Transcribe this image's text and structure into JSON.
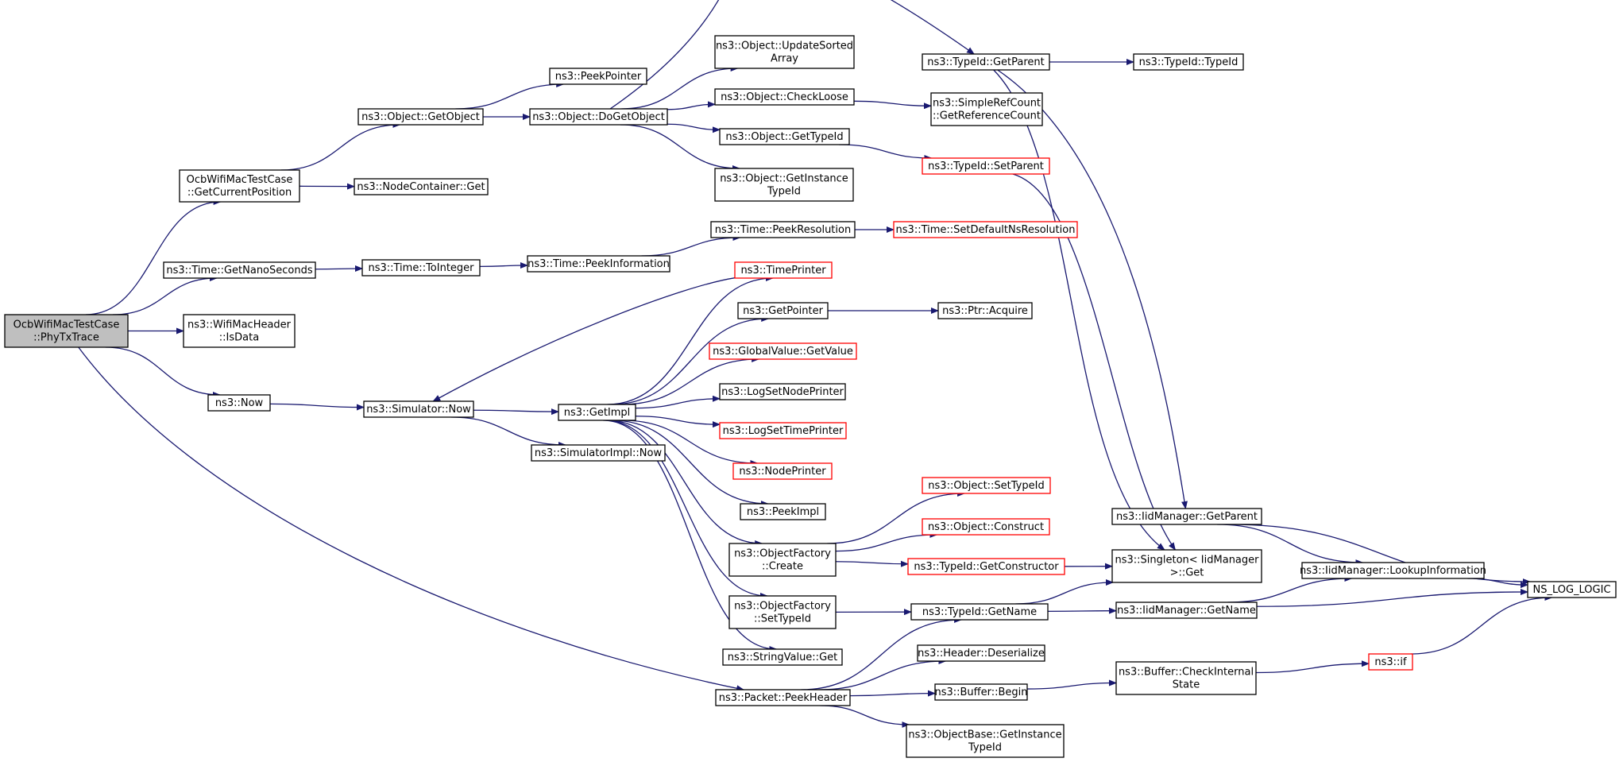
{
  "colors": {
    "edge": "#191970",
    "root_fill": "#bfbfbf",
    "node_fill": "#ffffff",
    "node_border": "#000000",
    "truncated_border": "#ff0000"
  },
  "nodes": [
    {
      "id": "root",
      "lines": [
        "OcbWifiMacTestCase",
        "::PhyTxTrace"
      ],
      "kind": "root"
    },
    {
      "id": "getcurpos",
      "lines": [
        "OcbWifiMacTestCase",
        "::GetCurrentPosition"
      ],
      "kind": "normal"
    },
    {
      "id": "getnano",
      "lines": [
        "ns3::Time::GetNanoSeconds"
      ],
      "kind": "normal"
    },
    {
      "id": "isdata",
      "lines": [
        "ns3::WifiMacHeader",
        "::IsData"
      ],
      "kind": "normal"
    },
    {
      "id": "now",
      "lines": [
        "ns3::Now"
      ],
      "kind": "normal"
    },
    {
      "id": "getobject",
      "lines": [
        "ns3::Object::GetObject"
      ],
      "kind": "normal"
    },
    {
      "id": "nodecont",
      "lines": [
        "ns3::NodeContainer::Get"
      ],
      "kind": "normal"
    },
    {
      "id": "tointeger",
      "lines": [
        "ns3::Time::ToInteger"
      ],
      "kind": "normal"
    },
    {
      "id": "simnow",
      "lines": [
        "ns3::Simulator::Now"
      ],
      "kind": "normal"
    },
    {
      "id": "peekptr",
      "lines": [
        "ns3::PeekPointer"
      ],
      "kind": "normal"
    },
    {
      "id": "dogetobj",
      "lines": [
        "ns3::Object::DoGetObject"
      ],
      "kind": "normal"
    },
    {
      "id": "peekinfo",
      "lines": [
        "ns3::Time::PeekInformation"
      ],
      "kind": "normal"
    },
    {
      "id": "getimpl",
      "lines": [
        "ns3::GetImpl"
      ],
      "kind": "normal"
    },
    {
      "id": "simimplnow",
      "lines": [
        "ns3::SimulatorImpl::Now"
      ],
      "kind": "normal"
    },
    {
      "id": "updsorted",
      "lines": [
        "ns3::Object::UpdateSorted",
        "Array"
      ],
      "kind": "normal"
    },
    {
      "id": "checkloose",
      "lines": [
        "ns3::Object::CheckLoose"
      ],
      "kind": "normal"
    },
    {
      "id": "gettypeid",
      "lines": [
        "ns3::Object::GetTypeId"
      ],
      "kind": "normal"
    },
    {
      "id": "getinsttid",
      "lines": [
        "ns3::Object::GetInstance",
        "TypeId"
      ],
      "kind": "normal"
    },
    {
      "id": "peekres",
      "lines": [
        "ns3::Time::PeekResolution"
      ],
      "kind": "normal"
    },
    {
      "id": "timeprinter",
      "lines": [
        "ns3::TimePrinter"
      ],
      "kind": "truncated"
    },
    {
      "id": "getpointer",
      "lines": [
        "ns3::GetPointer"
      ],
      "kind": "normal"
    },
    {
      "id": "gvgetvalue",
      "lines": [
        "ns3::GlobalValue::GetValue"
      ],
      "kind": "truncated"
    },
    {
      "id": "logsetnode",
      "lines": [
        "ns3::LogSetNodePrinter"
      ],
      "kind": "normal"
    },
    {
      "id": "logsettime",
      "lines": [
        "ns3::LogSetTimePrinter"
      ],
      "kind": "truncated"
    },
    {
      "id": "nodeprinter",
      "lines": [
        "ns3::NodePrinter"
      ],
      "kind": "truncated"
    },
    {
      "id": "peekimpl",
      "lines": [
        "ns3::PeekImpl"
      ],
      "kind": "normal"
    },
    {
      "id": "ofcreate",
      "lines": [
        "ns3::ObjectFactory",
        "::Create"
      ],
      "kind": "normal"
    },
    {
      "id": "ofsettid",
      "lines": [
        "ns3::ObjectFactory",
        "::SetTypeId"
      ],
      "kind": "normal"
    },
    {
      "id": "strvalget",
      "lines": [
        "ns3::StringValue::Get"
      ],
      "kind": "normal"
    },
    {
      "id": "pktpeekhdr",
      "lines": [
        "ns3::Packet::PeekHeader"
      ],
      "kind": "normal"
    },
    {
      "id": "tidgetparent",
      "lines": [
        "ns3::TypeId::GetParent"
      ],
      "kind": "normal"
    },
    {
      "id": "simplerefcnt",
      "lines": [
        "ns3::SimpleRefCount",
        "::GetReferenceCount"
      ],
      "kind": "normal"
    },
    {
      "id": "tidsetparent",
      "lines": [
        "ns3::TypeId::SetParent"
      ],
      "kind": "truncated"
    },
    {
      "id": "setdefns",
      "lines": [
        "ns3::Time::SetDefaultNsResolution"
      ],
      "kind": "truncated"
    },
    {
      "id": "ptracquire",
      "lines": [
        "ns3::Ptr::Acquire"
      ],
      "kind": "normal"
    },
    {
      "id": "objsettid",
      "lines": [
        "ns3::Object::SetTypeId"
      ],
      "kind": "truncated"
    },
    {
      "id": "objconstruct",
      "lines": [
        "ns3::Object::Construct"
      ],
      "kind": "truncated"
    },
    {
      "id": "tidgetctor",
      "lines": [
        "ns3::TypeId::GetConstructor"
      ],
      "kind": "truncated"
    },
    {
      "id": "tidgetname",
      "lines": [
        "ns3::TypeId::GetName"
      ],
      "kind": "normal"
    },
    {
      "id": "hdrdeser",
      "lines": [
        "ns3::Header::Deserialize"
      ],
      "kind": "normal"
    },
    {
      "id": "bufbegin",
      "lines": [
        "ns3::Buffer::Begin"
      ],
      "kind": "normal"
    },
    {
      "id": "objbaseinst",
      "lines": [
        "ns3::ObjectBase::GetInstance",
        "TypeId"
      ],
      "kind": "normal"
    },
    {
      "id": "tidtid",
      "lines": [
        "ns3::TypeId::TypeId"
      ],
      "kind": "normal"
    },
    {
      "id": "iidgetparent",
      "lines": [
        "ns3::IidManager::GetParent"
      ],
      "kind": "normal"
    },
    {
      "id": "singleton",
      "lines": [
        "ns3::Singleton< IidManager",
        ">::Get"
      ],
      "kind": "normal"
    },
    {
      "id": "iidgetname",
      "lines": [
        "ns3::IidManager::GetName"
      ],
      "kind": "normal"
    },
    {
      "id": "bufcheckint",
      "lines": [
        "ns3::Buffer::CheckInternal",
        "State"
      ],
      "kind": "normal"
    },
    {
      "id": "iidlookup",
      "lines": [
        "ns3::IidManager::LookupInformation"
      ],
      "kind": "normal"
    },
    {
      "id": "nsif",
      "lines": [
        "ns3::if"
      ],
      "kind": "truncated"
    },
    {
      "id": "nslog",
      "lines": [
        "NS_LOG_LOGIC"
      ],
      "kind": "normal"
    }
  ],
  "edges": [
    [
      "root",
      "getcurpos"
    ],
    [
      "root",
      "getnano"
    ],
    [
      "root",
      "isdata"
    ],
    [
      "root",
      "now"
    ],
    [
      "root",
      "pktpeekhdr"
    ],
    [
      "getcurpos",
      "getobject"
    ],
    [
      "getcurpos",
      "nodecont"
    ],
    [
      "getobject",
      "peekptr"
    ],
    [
      "getobject",
      "dogetobj"
    ],
    [
      "dogetobj",
      "tidgetparent"
    ],
    [
      "dogetobj",
      "updsorted"
    ],
    [
      "dogetobj",
      "checkloose"
    ],
    [
      "dogetobj",
      "gettypeid"
    ],
    [
      "dogetobj",
      "getinsttid"
    ],
    [
      "checkloose",
      "simplerefcnt"
    ],
    [
      "gettypeid",
      "tidsetparent"
    ],
    [
      "tidsetparent",
      "singleton"
    ],
    [
      "tidgetparent",
      "tidtid"
    ],
    [
      "tidgetparent",
      "iidgetparent"
    ],
    [
      "tidgetparent",
      "singleton"
    ],
    [
      "getnano",
      "tointeger"
    ],
    [
      "tointeger",
      "peekinfo"
    ],
    [
      "peekinfo",
      "peekres"
    ],
    [
      "peekres",
      "setdefns"
    ],
    [
      "now",
      "simnow"
    ],
    [
      "simnow",
      "getimpl"
    ],
    [
      "simnow",
      "simimplnow"
    ],
    [
      "getimpl",
      "timeprinter"
    ],
    [
      "timeprinter",
      "simnow"
    ],
    [
      "getimpl",
      "getpointer"
    ],
    [
      "getpointer",
      "ptracquire"
    ],
    [
      "getimpl",
      "gvgetvalue"
    ],
    [
      "getimpl",
      "logsetnode"
    ],
    [
      "getimpl",
      "logsettime"
    ],
    [
      "getimpl",
      "nodeprinter"
    ],
    [
      "getimpl",
      "peekimpl"
    ],
    [
      "getimpl",
      "ofcreate"
    ],
    [
      "getimpl",
      "ofsettid"
    ],
    [
      "getimpl",
      "strvalget"
    ],
    [
      "ofcreate",
      "objsettid"
    ],
    [
      "ofcreate",
      "objconstruct"
    ],
    [
      "ofcreate",
      "tidgetctor"
    ],
    [
      "tidgetctor",
      "singleton"
    ],
    [
      "ofsettid",
      "tidgetname"
    ],
    [
      "tidgetname",
      "singleton"
    ],
    [
      "tidgetname",
      "iidgetname"
    ],
    [
      "iidgetparent",
      "iidlookup"
    ],
    [
      "iidgetparent",
      "nslog"
    ],
    [
      "iidgetname",
      "iidlookup"
    ],
    [
      "iidgetname",
      "nslog"
    ],
    [
      "iidlookup",
      "nslog"
    ],
    [
      "pktpeekhdr",
      "tidgetname"
    ],
    [
      "pktpeekhdr",
      "hdrdeser"
    ],
    [
      "pktpeekhdr",
      "bufbegin"
    ],
    [
      "pktpeekhdr",
      "objbaseinst"
    ],
    [
      "bufbegin",
      "bufcheckint"
    ],
    [
      "bufcheckint",
      "nsif"
    ],
    [
      "nsif",
      "nslog"
    ]
  ]
}
